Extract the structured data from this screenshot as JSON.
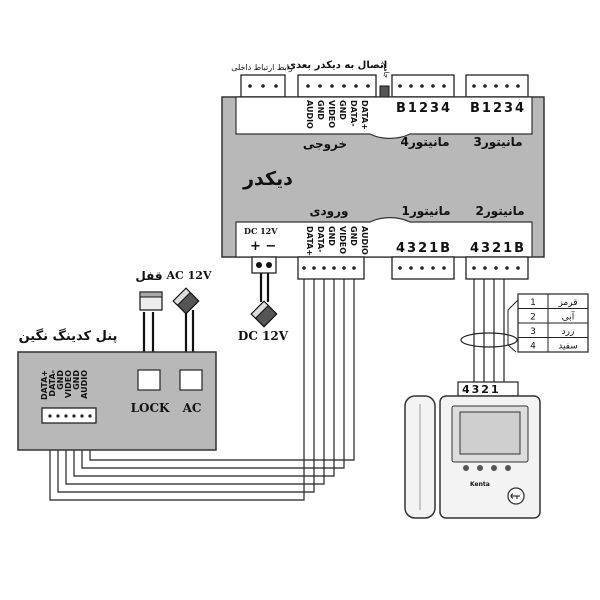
{
  "decoder": {
    "title": "دیکدر",
    "output_label": "خروجی",
    "input_label": "ورودی",
    "top_conn_label_left": "رابط ارتباط داخلی",
    "top_conn_label_right": "اتصال به دیکدر بعدی",
    "jumper_label": "جامپر",
    "monitor4_label": "مانیتور4",
    "monitor3_label": "مانیتور3",
    "monitor1_label": "مانیتور1",
    "monitor2_label": "مانیتور2",
    "out_pins": [
      "AUDIO",
      "GND",
      "VIDEO",
      "GND",
      "DATA-",
      "DATA+"
    ],
    "in_pins": [
      "DATA+",
      "DATA-",
      "GND",
      "VIDEO",
      "GND",
      "AUDIO"
    ],
    "monitor_top_pins": "B1234",
    "monitor_bottom_pins": "4321B",
    "dc_label": "DC 12V",
    "dc_polarity": "+ −"
  },
  "power_supply": {
    "label": "DC 12V"
  },
  "panel": {
    "title": "پنل کدینگ نگین",
    "pins": [
      "DATA+",
      "DATA-",
      "GND",
      "VIDEO",
      "GND",
      "AUDIO"
    ],
    "lock_label": "LOCK",
    "ac_label": "AC",
    "lock_connector_label": "قفل",
    "ac_connector_label": "AC 12V"
  },
  "wire_colors": {
    "rows": [
      {
        "num": "1",
        "color": "قرمز"
      },
      {
        "num": "2",
        "color": "آبی"
      },
      {
        "num": "3",
        "color": "زرد"
      },
      {
        "num": "4",
        "color": "سفید"
      }
    ]
  },
  "monitor": {
    "pins": "4321",
    "brand": "Kenta"
  }
}
